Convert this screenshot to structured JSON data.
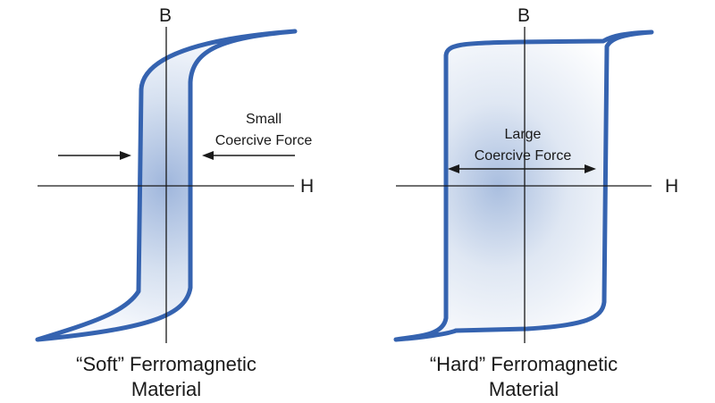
{
  "soft_panel": {
    "axis_b": "B",
    "axis_h": "H",
    "annotation": [
      "Small",
      "Coercive Force"
    ],
    "caption": [
      "“Soft” Ferromagnetic",
      "Material"
    ]
  },
  "hard_panel": {
    "axis_b": "B",
    "axis_h": "H",
    "annotation": [
      "Large",
      "Coercive Force"
    ],
    "caption": [
      "“Hard” Ferromagnetic",
      "Material"
    ]
  },
  "colors": {
    "loop_stroke": "#3563b0",
    "loop_fill_center": "#9fb6dc",
    "loop_fill_edge": "#ffffff",
    "text": "#1a1a1a"
  }
}
